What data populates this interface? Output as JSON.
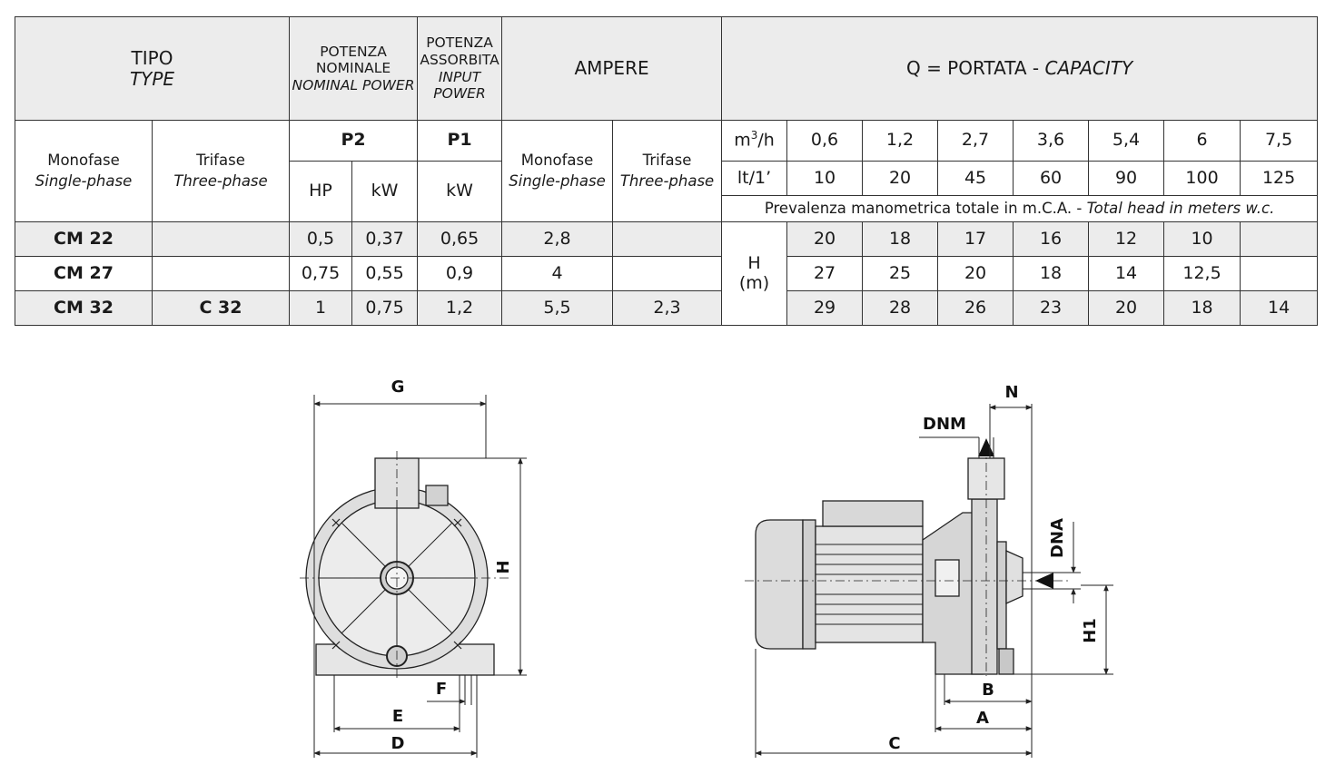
{
  "header": {
    "tipo": "TIPO",
    "type": "TYPE",
    "pot_nom_1": "POTENZA",
    "pot_nom_2": "NOMINALE",
    "pot_nom_3": "NOMINAL POWER",
    "pot_ass_1": "POTENZA",
    "pot_ass_2": "ASSORBITA",
    "pot_ass_3": "INPUT",
    "pot_ass_4": "POWER",
    "ampere": "AMPERE",
    "q_main": "Q = PORTATA - ",
    "q_italic": "CAPACITY",
    "monofase": "Monofase",
    "single_phase": "Single-phase",
    "trifase": "Trifase",
    "three_phase": "Three-phase",
    "p2": "P2",
    "p1": "P1",
    "hp": "HP",
    "kw": "kW",
    "unit_m3h_base": "m",
    "unit_m3h_sup": "3",
    "unit_m3h_tail": "/h",
    "unit_lt": "lt/1’",
    "note_main": "Prevalenza manometrica totale in m.C.A. - ",
    "note_italic": "Total head in meters w.c.",
    "h_label_1": "H",
    "h_label_2": "(m)"
  },
  "flow_m3h": [
    "0,6",
    "1,2",
    "2,7",
    "3,6",
    "5,4",
    "6",
    "7,5"
  ],
  "flow_lt": [
    "10",
    "20",
    "45",
    "60",
    "90",
    "100",
    "125"
  ],
  "rows": [
    {
      "mono": "CM 22",
      "tri": "",
      "hp": "0,5",
      "kw2": "0,37",
      "kw1": "0,65",
      "amp_mono": "2,8",
      "amp_tri": "",
      "head": [
        "20",
        "18",
        "17",
        "16",
        "12",
        "10",
        ""
      ]
    },
    {
      "mono": "CM 27",
      "tri": "",
      "hp": "0,75",
      "kw2": "0,55",
      "kw1": "0,9",
      "amp_mono": "4",
      "amp_tri": "",
      "head": [
        "27",
        "25",
        "20",
        "18",
        "14",
        "12,5",
        ""
      ]
    },
    {
      "mono": "CM 32",
      "tri": "C 32",
      "hp": "1",
      "kw2": "0,75",
      "kw1": "1,2",
      "amp_mono": "5,5",
      "amp_tri": "2,3",
      "head": [
        "29",
        "28",
        "26",
        "23",
        "20",
        "18",
        "14"
      ]
    }
  ],
  "dimensions": {
    "front": {
      "g": "G",
      "h": "H",
      "f": "F",
      "e": "E",
      "d": "D"
    },
    "side": {
      "n": "N",
      "dnm": "DNM",
      "dna": "DNA",
      "h1": "H1",
      "b": "B",
      "a": "A",
      "c": "C"
    }
  }
}
